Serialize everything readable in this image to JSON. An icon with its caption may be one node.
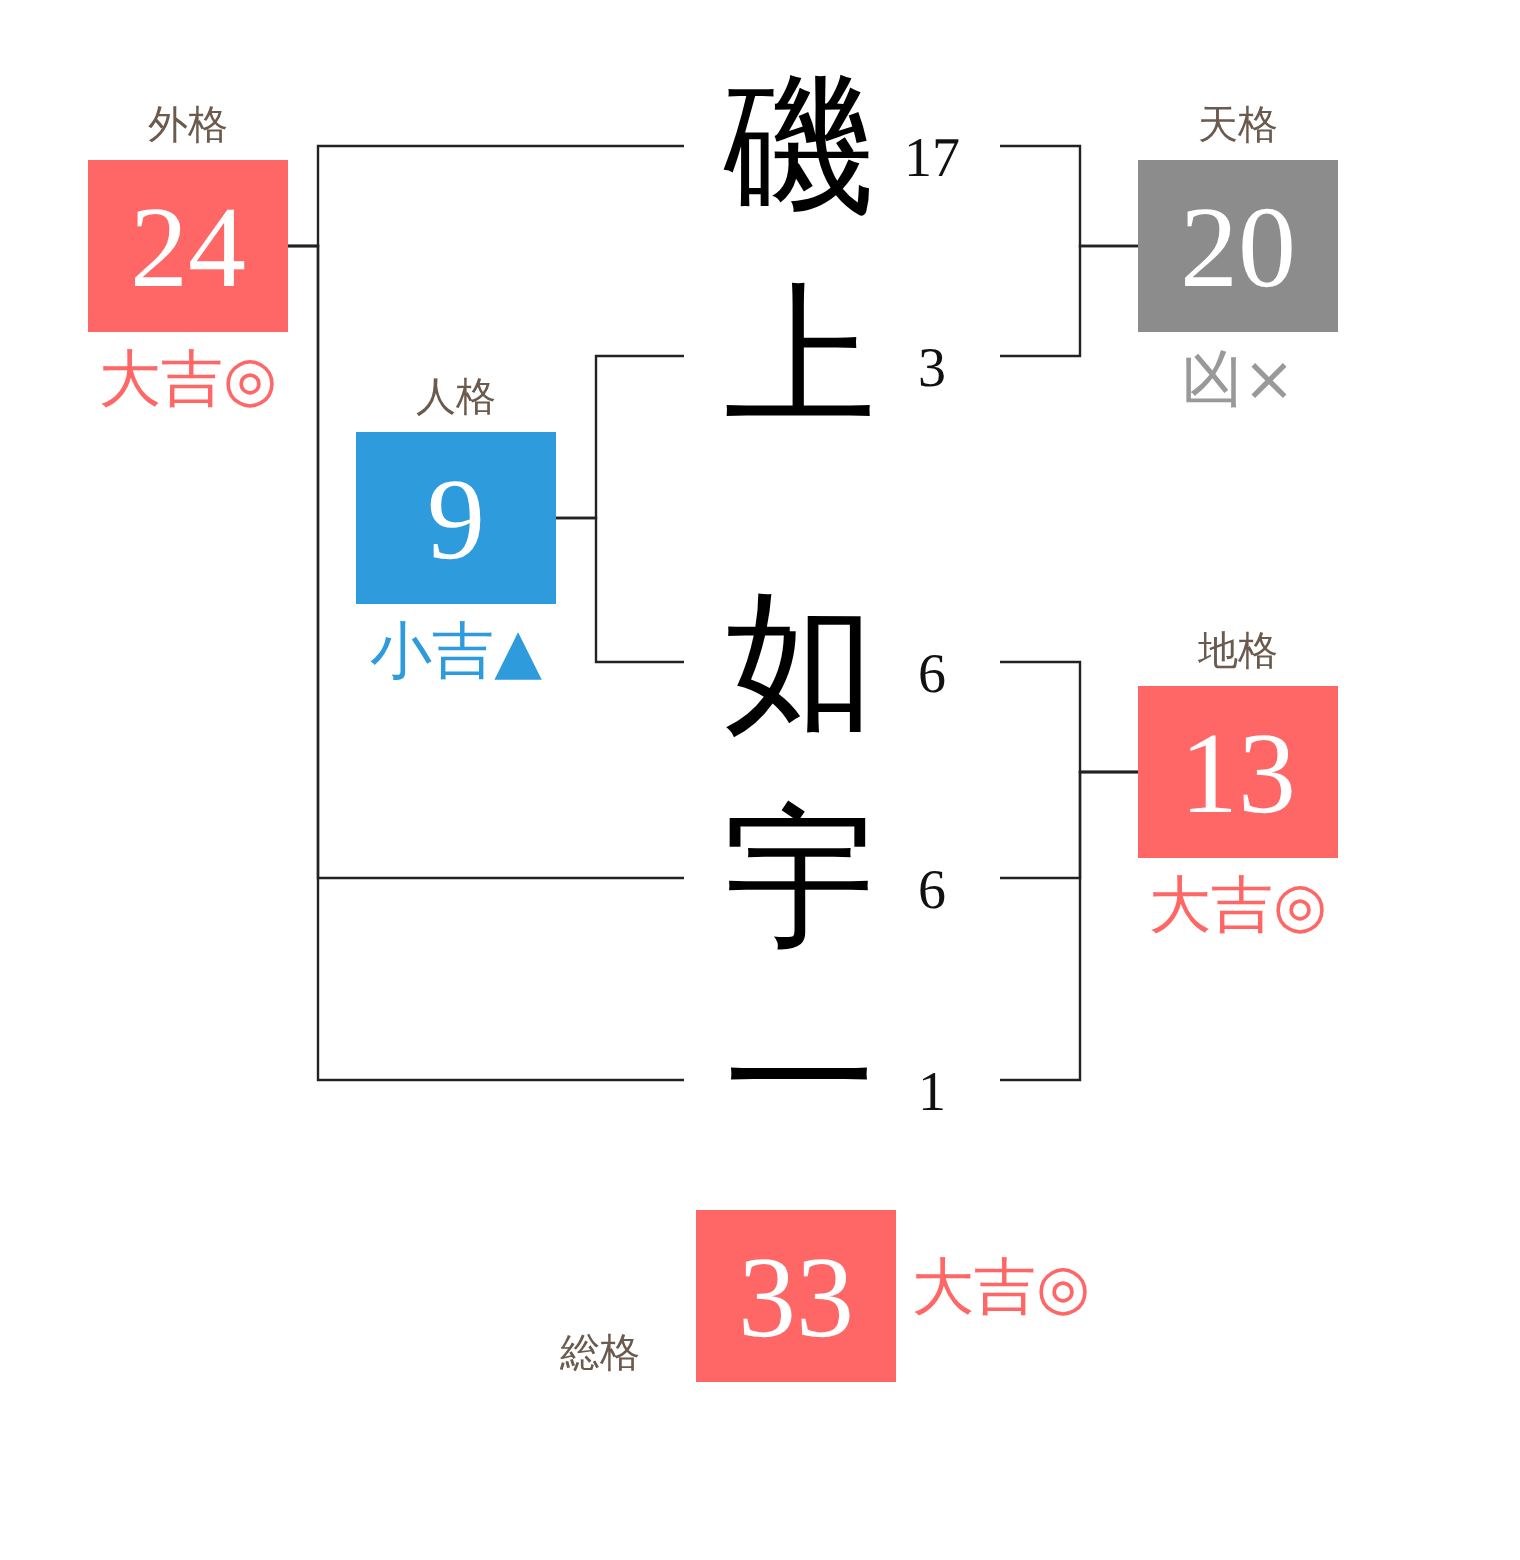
{
  "diagram": {
    "nodes": [
      {
        "text": [
          "外格",
          "24"
        ],
        "beside": [
          "大吉◎"
        ]
      },
      {
        "text": [
          "磯"
        ],
        "beside": [
          "17"
        ]
      },
      {
        "text": [
          "天格",
          "20"
        ],
        "beside": [
          "凶×"
        ]
      },
      {
        "text": [
          "上"
        ],
        "beside": [
          "3"
        ]
      },
      {
        "text": [
          "人格",
          "9"
        ],
        "beside": [
          "小吉▲"
        ]
      },
      {
        "text": [
          "如"
        ],
        "beside": [
          "6"
        ]
      },
      {
        "text": [
          "地格",
          "13"
        ],
        "beside": [
          "大吉◎"
        ]
      },
      {
        "text": [
          "宇"
        ],
        "beside": [
          "6"
        ]
      },
      {
        "text": [
          "一"
        ],
        "beside": [
          "1"
        ]
      },
      {
        "text": [
          "総格",
          "33"
        ],
        "beside": [
          "大吉◎"
        ]
      }
    ],
    "edges": [
      {
        "from": 1,
        "to": 0,
        "arrow": "none"
      },
      {
        "from": 7,
        "to": 0,
        "arrow": "none"
      },
      {
        "from": 8,
        "to": 0,
        "arrow": "none"
      },
      {
        "from": 1,
        "to": 2,
        "arrow": "none"
      },
      {
        "from": 3,
        "to": 2,
        "arrow": "none"
      },
      {
        "from": 3,
        "to": 4,
        "arrow": "none"
      },
      {
        "from": 5,
        "to": 4,
        "arrow": "none"
      },
      {
        "from": 5,
        "to": 6,
        "arrow": "none"
      },
      {
        "from": 7,
        "to": 6,
        "arrow": "none"
      },
      {
        "from": 8,
        "to": 6,
        "arrow": "none"
      }
    ]
  }
}
